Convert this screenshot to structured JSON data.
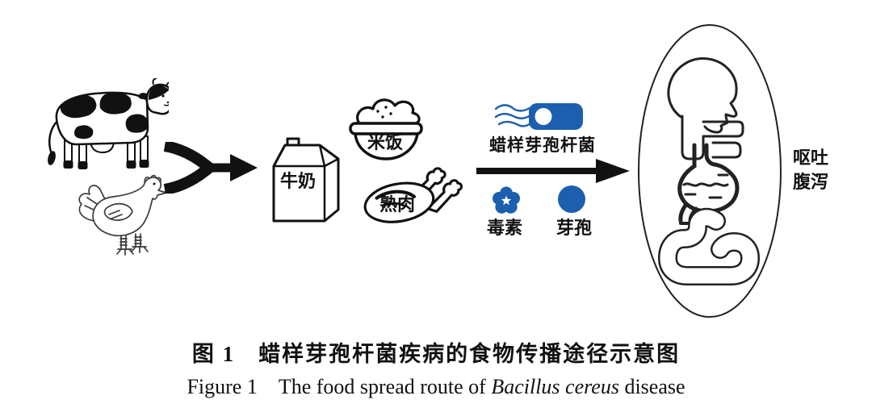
{
  "figure_title": "蜡样芽孢杆菌疾病的食物传播途径示意图",
  "sources": {
    "cow": "cow-illustration",
    "chicken": "chicken-illustration"
  },
  "foods": {
    "milk": "牛奶",
    "rice": "米饭",
    "meat": "熟肉"
  },
  "pathogen": {
    "label": "蜡样芽孢杆菌"
  },
  "legend": {
    "toxin": "毒素",
    "spore": "芽孢"
  },
  "symptoms": {
    "line1": "呕吐",
    "line2": "腹泻"
  },
  "captions": {
    "zh": "图 1　蜡样芽孢杆菌疾病的食物传播途径示意图",
    "en_prefix": "Figure 1　The food spread route of ",
    "en_italic": "Bacillus cereus",
    "en_suffix": " disease"
  },
  "colors": {
    "blue": "#1b5fae",
    "ink": "#141414"
  }
}
